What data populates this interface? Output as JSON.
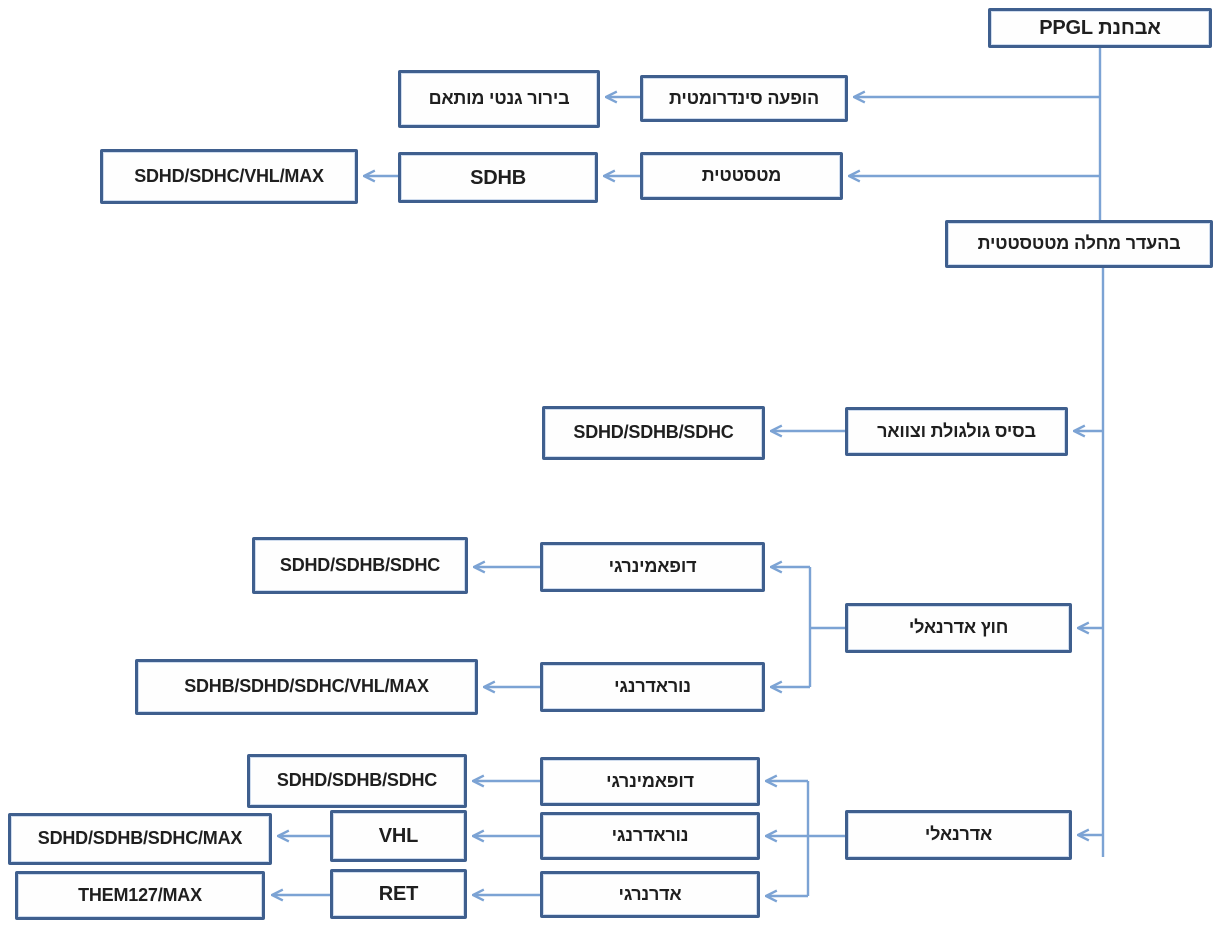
{
  "diagram": {
    "colors": {
      "box_border": "#3f5f8e",
      "box_fill": "#fefefe",
      "connector": "#7ca3d4",
      "text": "#1f1f1f",
      "background": "#ffffff"
    },
    "nodes": {
      "ppgl_diagnosis": {
        "label": "אבחנת PPGL"
      },
      "syndromic_presentation": {
        "label": "הופעה סינדרומטית"
      },
      "tailored_genetic_workup": {
        "label": "בירור גנטי מותאם"
      },
      "metastatic": {
        "label": "מטסטטית"
      },
      "sdhb": {
        "label": "SDHB"
      },
      "metastatic_genes": {
        "label": "SDHD/SDHC/VHL/MAX"
      },
      "no_metastatic_disease": {
        "label": "בהעדר מחלה מטטסטטית"
      },
      "skull_base_neck": {
        "label": "בסיס גולגולת וצוואר"
      },
      "skull_base_neck_genes": {
        "label": "SDHD/SDHB/SDHC"
      },
      "extra_adrenal": {
        "label": "חוץ אדרנאלי"
      },
      "extra_adrenal_dopaminergic": {
        "label": "דופאמינרגי"
      },
      "extra_adrenal_dopaminergic_genes": {
        "label": "SDHD/SDHB/SDHC"
      },
      "extra_adrenal_noradrenergic": {
        "label": "נוראדרנגי"
      },
      "extra_adrenal_noradrenergic_genes": {
        "label": "SDHB/SDHD/SDHC/VHL/MAX"
      },
      "adrenal": {
        "label": "אדרנאלי"
      },
      "adrenal_dopaminergic": {
        "label": "דופאמינרגי"
      },
      "adrenal_dopaminergic_genes": {
        "label": "SDHD/SDHB/SDHC"
      },
      "adrenal_noradrenergic": {
        "label": "נוראדרנגי"
      },
      "vhl": {
        "label": "VHL"
      },
      "adrenal_noradrenergic_genes": {
        "label": "SDHD/SDHB/SDHC/MAX"
      },
      "adrenergic": {
        "label": "אדרנרגי"
      },
      "ret": {
        "label": "RET"
      },
      "adrenergic_genes": {
        "label": "THEM127/MAX"
      }
    },
    "edges": [
      {
        "from": "ppgl_diagnosis",
        "to": "syndromic_presentation"
      },
      {
        "from": "syndromic_presentation",
        "to": "tailored_genetic_workup"
      },
      {
        "from": "ppgl_diagnosis",
        "to": "metastatic"
      },
      {
        "from": "metastatic",
        "to": "sdhb"
      },
      {
        "from": "sdhb",
        "to": "metastatic_genes"
      },
      {
        "from": "ppgl_diagnosis",
        "to": "no_metastatic_disease"
      },
      {
        "from": "no_metastatic_disease",
        "to": "skull_base_neck"
      },
      {
        "from": "skull_base_neck",
        "to": "skull_base_neck_genes"
      },
      {
        "from": "no_metastatic_disease",
        "to": "extra_adrenal"
      },
      {
        "from": "extra_adrenal",
        "to": "extra_adrenal_dopaminergic"
      },
      {
        "from": "extra_adrenal_dopaminergic",
        "to": "extra_adrenal_dopaminergic_genes"
      },
      {
        "from": "extra_adrenal",
        "to": "extra_adrenal_noradrenergic"
      },
      {
        "from": "extra_adrenal_noradrenergic",
        "to": "extra_adrenal_noradrenergic_genes"
      },
      {
        "from": "no_metastatic_disease",
        "to": "adrenal"
      },
      {
        "from": "adrenal",
        "to": "adrenal_dopaminergic"
      },
      {
        "from": "adrenal_dopaminergic",
        "to": "adrenal_dopaminergic_genes"
      },
      {
        "from": "adrenal",
        "to": "adrenal_noradrenergic"
      },
      {
        "from": "adrenal_noradrenergic",
        "to": "vhl"
      },
      {
        "from": "vhl",
        "to": "adrenal_noradrenergic_genes"
      },
      {
        "from": "adrenal",
        "to": "adrenergic"
      },
      {
        "from": "adrenergic",
        "to": "ret"
      },
      {
        "from": "ret",
        "to": "adrenergic_genes"
      }
    ]
  }
}
